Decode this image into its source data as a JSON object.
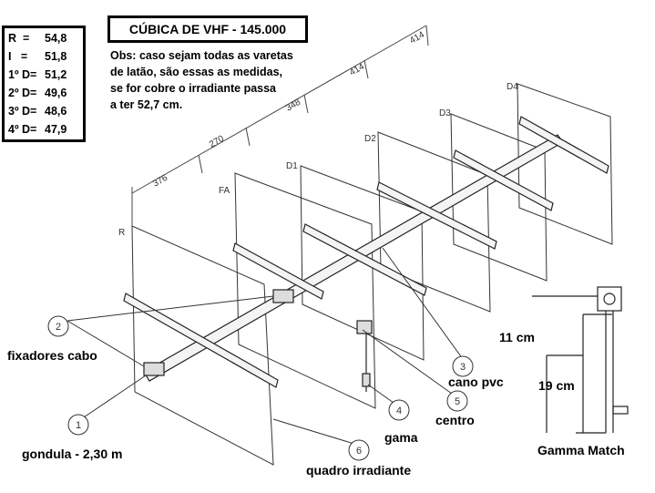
{
  "title": "CÚBICA DE VHF - 145.000",
  "dimensions": [
    {
      "label": "R  =",
      "value": "54,8"
    },
    {
      "label": "I   =",
      "value": "51,8"
    },
    {
      "label": "1º D=",
      "value": "51,2"
    },
    {
      "label": "2º D=",
      "value": "49,6"
    },
    {
      "label": "3º D=",
      "value": "48,6"
    },
    {
      "label": "4º D=",
      "value": "47,9"
    }
  ],
  "note_lines": [
    "Obs: caso sejam todas as varetas",
    "de latão, são essas as medidas,",
    "se for cobre o irradiante passa",
    "a ter 52,7 cm."
  ],
  "element_labels": {
    "r": "R",
    "fa": "FA",
    "d1": "D1",
    "d2": "D2",
    "d3": "D3",
    "d4": "D4"
  },
  "spacings": [
    "376",
    "270",
    "348",
    "414",
    "414"
  ],
  "callouts": {
    "n1": "1",
    "n2": "2",
    "n3": "3",
    "n4": "4",
    "n5": "5",
    "n6": "6",
    "fixadores": "fixadores cabo",
    "gondula": "gondula - 2,30 m",
    "cano": "cano pvc",
    "centro": "centro",
    "gama": "gama",
    "quadro": "quadro irradiante"
  },
  "gamma": {
    "dim1": "11 cm",
    "dim2": "19 cm",
    "caption": "Gamma Match"
  }
}
